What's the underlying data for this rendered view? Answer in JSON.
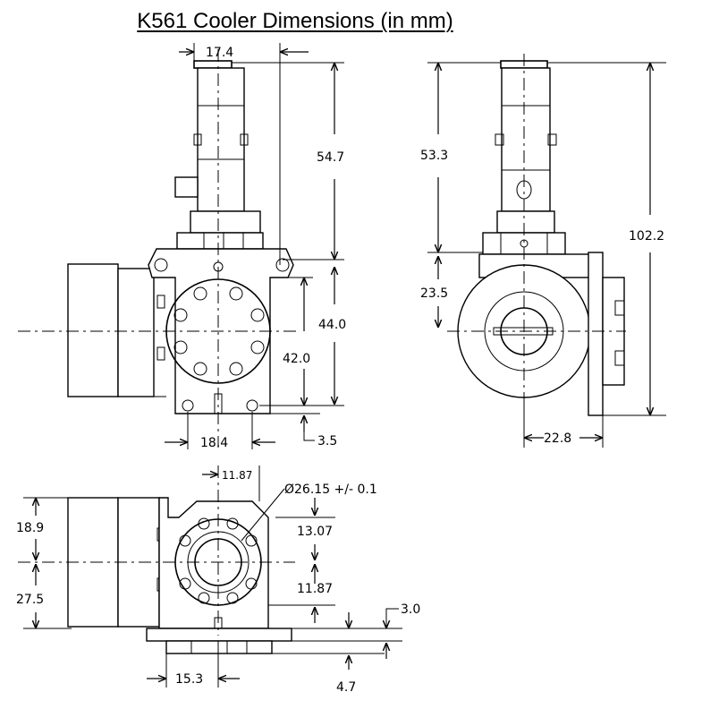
{
  "title": "K561 Cooler Dimensions  (in mm)",
  "front_view": {
    "cold_finger_width": "17.4",
    "cold_finger_height": "54.7",
    "body_height": "44.0",
    "mount_height": "42.0",
    "foot_offset": "3.5",
    "foot_spacing": "18.4"
  },
  "side_view": {
    "cold_finger_height": "53.3",
    "overall_height": "102.2",
    "axis_height": "23.5",
    "flange_depth": "22.8"
  },
  "top_view": {
    "offset_x": "11.87",
    "bore_diameter": "Ø26.15 +/- 0.1",
    "upper_width": "18.9",
    "lower_width": "27.5",
    "bolt_offset_y": "13.07",
    "bolt_offset_y2": "11.87",
    "base_thickness": "3.0",
    "base_step": "4.7",
    "foot_width": "15.3"
  }
}
